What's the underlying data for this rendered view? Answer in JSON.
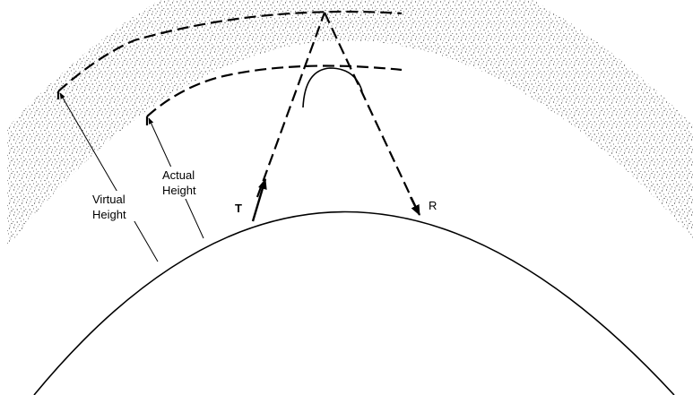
{
  "labels": {
    "virtual_height": [
      "Virtual",
      "Height"
    ],
    "actual_height": [
      "Actual",
      "Height"
    ],
    "transmitter": "T",
    "receiver": "R"
  },
  "colors": {
    "ink": "#000000",
    "background": "#ffffff",
    "stipple": "#3a3a3a"
  }
}
